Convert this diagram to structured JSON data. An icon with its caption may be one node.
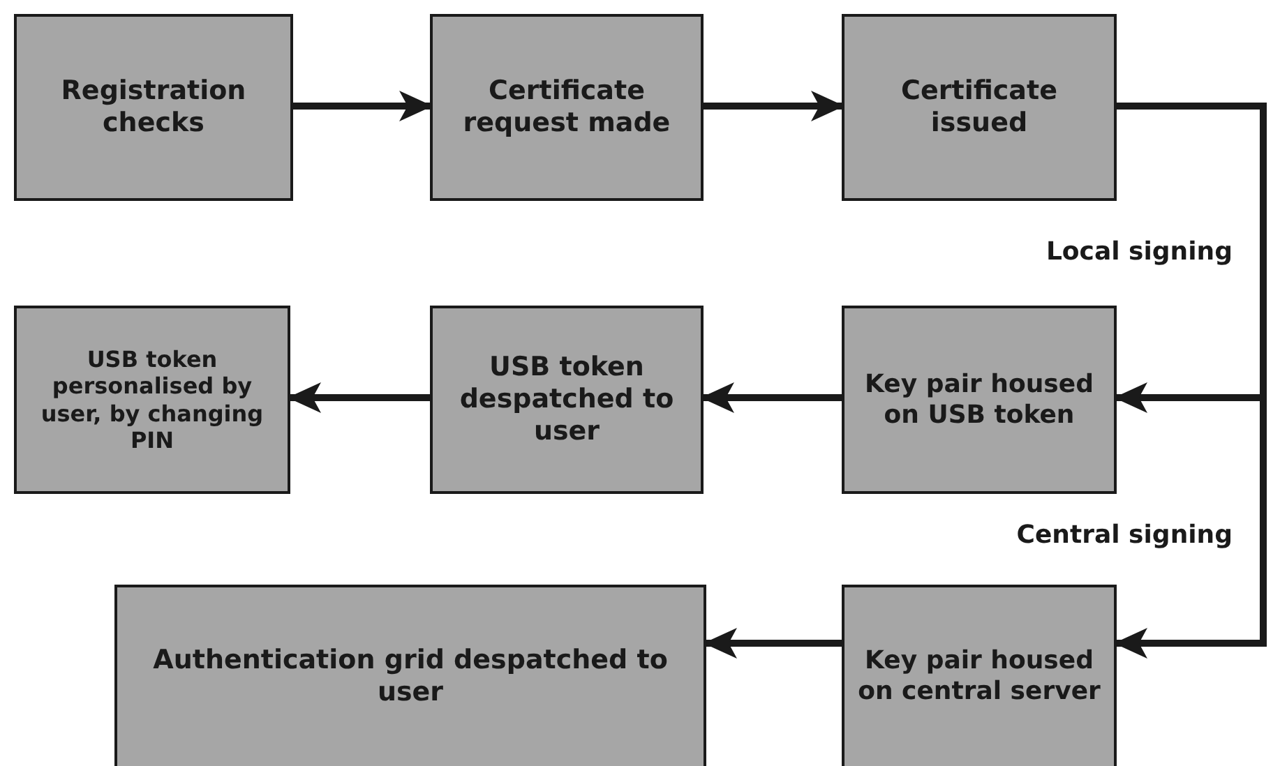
{
  "diagram": {
    "nodes": [
      {
        "text": [
          "Registration checks"
        ]
      },
      {
        "text": [
          "Certificate request made"
        ]
      },
      {
        "text": [
          "Certificate issued"
        ]
      },
      {
        "text": [
          "Key pair housed on USB token"
        ]
      },
      {
        "text": [
          "USB token despatched to user"
        ]
      },
      {
        "text": [
          "USB token personalised by user, by changing PIN"
        ]
      },
      {
        "text": [
          "Key pair housed on central server"
        ]
      },
      {
        "text": [
          "Authentication grid despatched to user"
        ]
      }
    ],
    "edges": [
      {
        "from": 0,
        "to": 1,
        "arrow": "to"
      },
      {
        "from": 1,
        "to": 2,
        "arrow": "to"
      },
      {
        "from": 2,
        "to": 3,
        "arrow": "to",
        "label": "Local signing"
      },
      {
        "from": 2,
        "to": 6,
        "arrow": "to",
        "label": "Central signing"
      },
      {
        "from": 3,
        "to": 4,
        "arrow": "to"
      },
      {
        "from": 4,
        "to": 5,
        "arrow": "to"
      },
      {
        "from": 6,
        "to": 7,
        "arrow": "to"
      }
    ]
  }
}
